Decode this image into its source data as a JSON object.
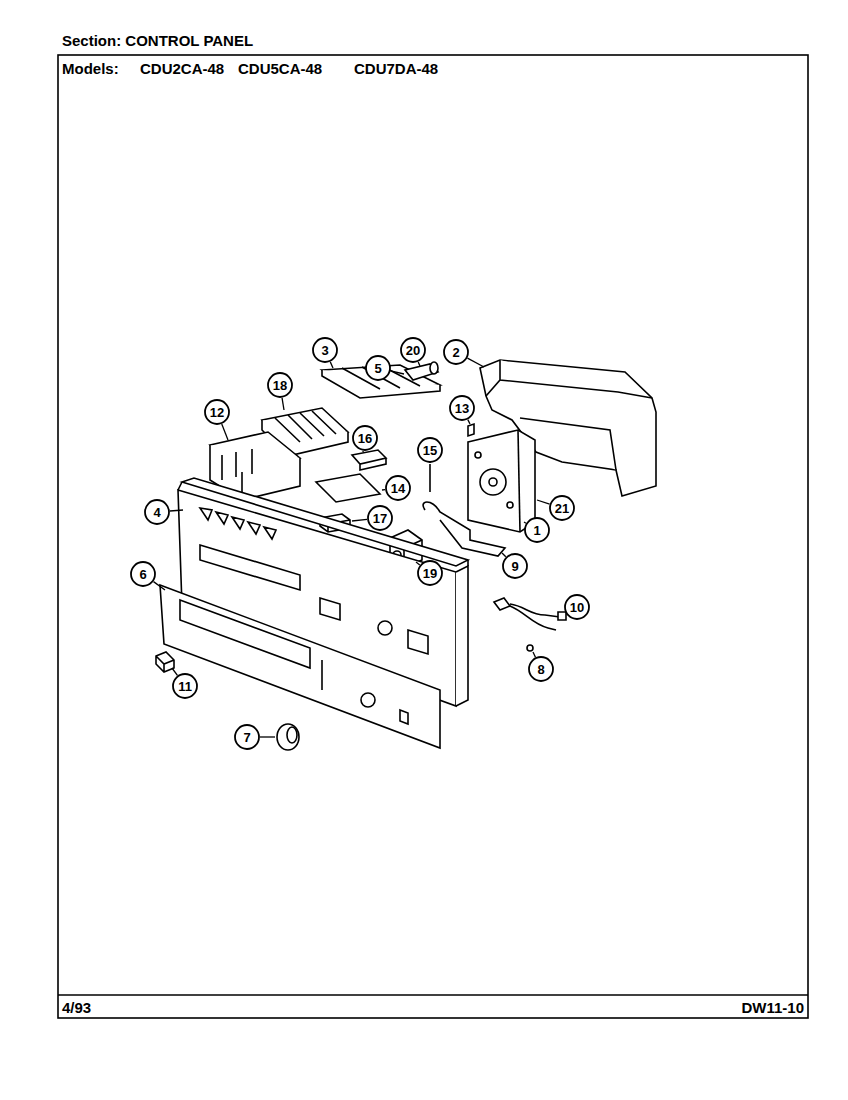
{
  "diagram": {
    "title": "Section: CONTROL PANEL",
    "labels": [
      "Models:",
      "CDU2CA-48",
      "CDU5CA-48",
      "CDU7DA-48",
      "3",
      "20",
      "2",
      "5",
      "18",
      "13",
      "12",
      "16",
      "15",
      "14",
      "4",
      "17",
      "21",
      "1",
      "19",
      "6",
      "9",
      "10",
      "8",
      "11",
      "7",
      "4/93",
      "DW11-10"
    ]
  }
}
